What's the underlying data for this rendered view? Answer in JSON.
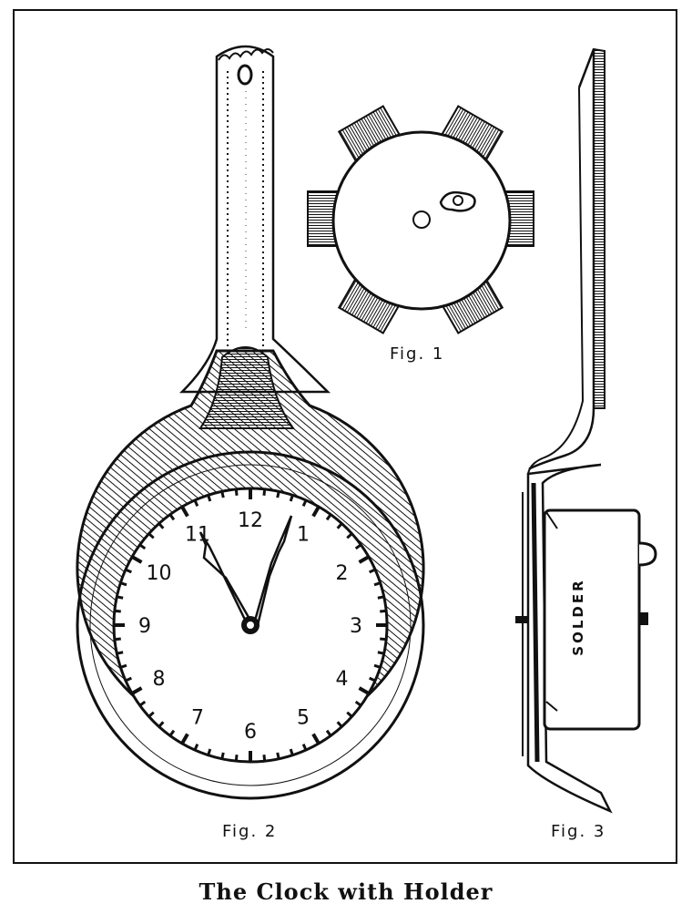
{
  "caption": "The Clock with Holder",
  "figures": {
    "fig1_label": "Fig. 1",
    "fig2_label": "Fig. 2",
    "fig3_label": "Fig. 3"
  },
  "clock": {
    "numerals": [
      "12",
      "1",
      "2",
      "3",
      "4",
      "5",
      "6",
      "7",
      "8",
      "9",
      "10",
      "11"
    ],
    "hour_hand_points_to": "11",
    "minute_hand_points_to": "1"
  },
  "fig3_text": "SOLDER",
  "colors": {
    "ink": "#111111",
    "paper": "#ffffff"
  }
}
